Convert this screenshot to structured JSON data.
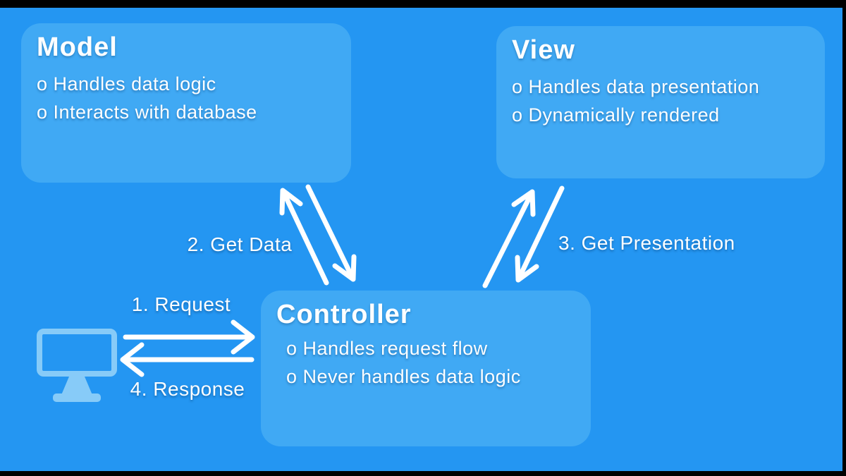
{
  "diagram": {
    "name": "MVC architecture diagram",
    "boxes": {
      "model": {
        "title": "Model",
        "bullets": [
          "o Handles data logic",
          "o Interacts with database"
        ]
      },
      "view": {
        "title": "View",
        "bullets": [
          "o Handles data presentation",
          "o Dynamically rendered"
        ]
      },
      "controller": {
        "title": "Controller",
        "bullets": [
          "o Handles request flow",
          "o Never handles data logic"
        ]
      }
    },
    "labels": {
      "request": "1. Request",
      "get_data": "2. Get Data",
      "get_presentation": "3. Get Presentation",
      "response": "4. Response"
    },
    "icons": {
      "client": "monitor-icon"
    },
    "arrows": [
      {
        "name": "arrow-request",
        "from": "client",
        "to": "controller"
      },
      {
        "name": "arrow-response",
        "from": "controller",
        "to": "client"
      },
      {
        "name": "arrow-controller-to-model",
        "from": "controller",
        "to": "model"
      },
      {
        "name": "arrow-model-to-controller",
        "from": "model",
        "to": "controller"
      },
      {
        "name": "arrow-controller-to-view",
        "from": "controller",
        "to": "view"
      },
      {
        "name": "arrow-view-to-controller",
        "from": "view",
        "to": "controller"
      }
    ],
    "colors": {
      "background": "#2496f2",
      "box_fill": "#40a9f4",
      "monitor_fill": "#87cbf8",
      "arrow": "#ffffff",
      "text": "#ffffff",
      "letterbox": "#000000"
    }
  }
}
